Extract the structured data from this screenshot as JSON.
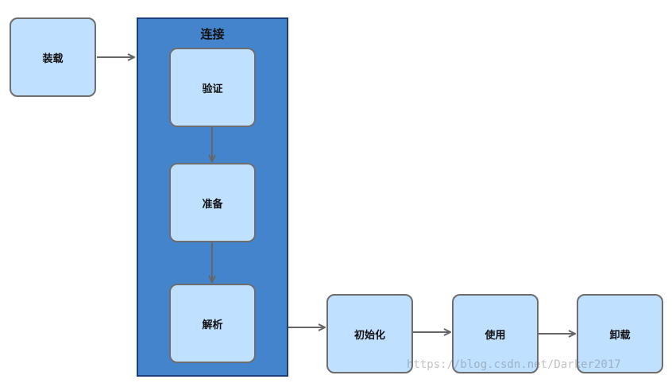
{
  "group": {
    "title": "连接"
  },
  "nodes": {
    "load": "装载",
    "verify": "验证",
    "prepare": "准备",
    "resolve": "解析",
    "initialize": "初始化",
    "use": "使用",
    "unload": "卸载"
  },
  "watermark": "https://blog.csdn.net/Darker2017",
  "colors": {
    "node_fill": "#bfe0ff",
    "node_border": "#6e6e6e",
    "group_fill": "#4384cc",
    "group_border": "#1c3d7a",
    "arrow": "#666666"
  }
}
